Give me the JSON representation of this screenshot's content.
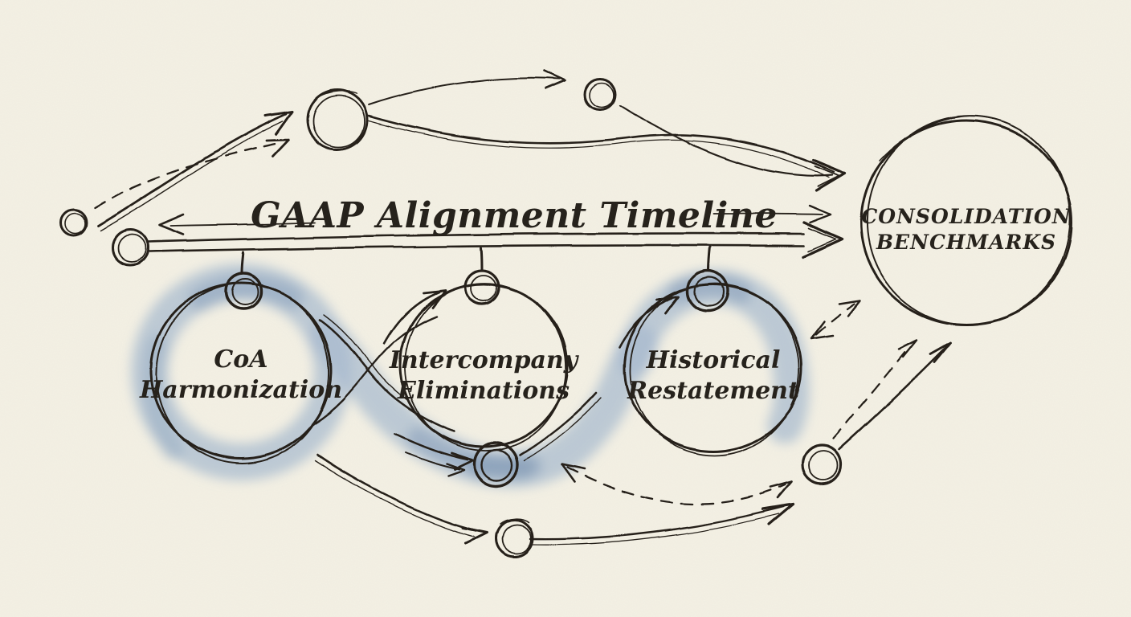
{
  "diagram": {
    "style": "hand-drawn ink and watercolor flow sketch",
    "title": "GAAP Alignment Timeline"
  },
  "timeline": {
    "title": "GAAP Alignment Timeline"
  },
  "stages": [
    {
      "id": "coa-harmonization",
      "lines": [
        "CoA",
        "Harmonization"
      ],
      "highlighted": true
    },
    {
      "id": "intercompany-eliminations",
      "lines": [
        "Intercompany",
        "Eliminations"
      ],
      "highlighted": true
    },
    {
      "id": "historical-restatement",
      "lines": [
        "Historical",
        "Restatement"
      ],
      "highlighted": true
    },
    {
      "id": "consolidation-benchmarks",
      "lines": [
        "CONSOLIDATION",
        "BENCHMARKS"
      ],
      "highlighted": false
    }
  ],
  "colors": {
    "background": "#f4f1e5",
    "ink": "#221e18",
    "watercolor_wash": "#a8bbd0",
    "watercolor_wash_dark": "#8199b8"
  }
}
